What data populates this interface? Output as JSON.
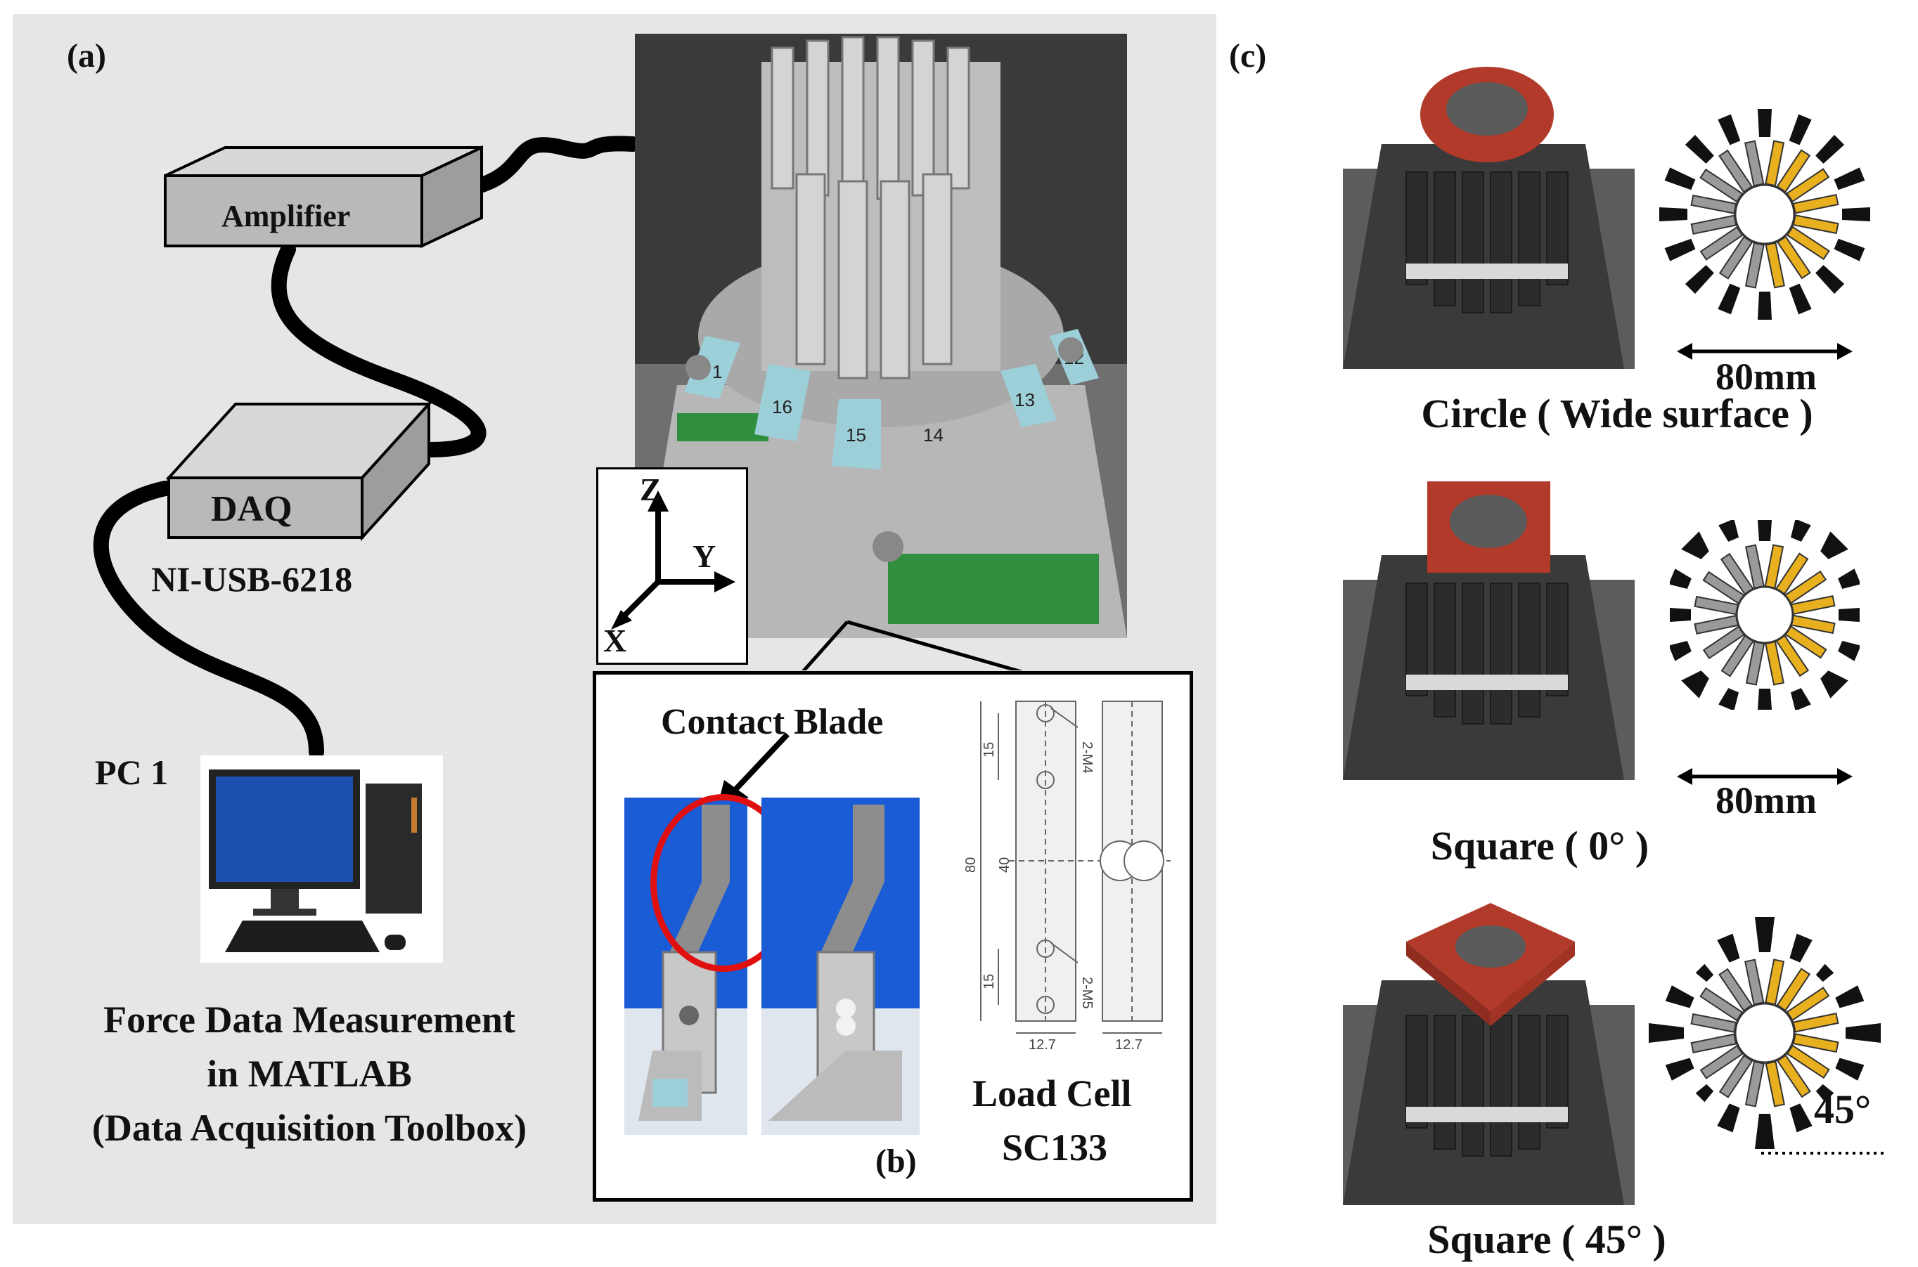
{
  "panel_a": {
    "label": "(a)",
    "amplifier": "Amplifier",
    "daq": "DAQ",
    "daq_model": "NI-USB-6218",
    "pc": "PC 1",
    "caption_line1": "Force Data Measurement",
    "caption_line2": "in MATLAB",
    "caption_line3": "(Data Acquisition Toolbox)",
    "axis_z": "Z",
    "axis_y": "Y",
    "axis_x": "X"
  },
  "panel_b": {
    "label": "(b)",
    "contact_blade": "Contact Blade",
    "load_cell_line1": "Load Cell",
    "load_cell_line2": "SC133",
    "dims": {
      "d15_top": "15",
      "d80": "80",
      "d40": "40",
      "d15_bottom": "15",
      "m4": "2-M4",
      "m5": "2-M5",
      "w_left": "12.7",
      "w_right": "12.7"
    },
    "blade_numbers": [
      "1",
      "16",
      "15",
      "14",
      "13",
      "12"
    ]
  },
  "panel_c": {
    "label": "(c)",
    "circle_caption": "Circle ( Wide surface )",
    "square0_caption": "Square ( 0°  )",
    "square45_caption": "Square ( 45°  )",
    "dim_80mm_1": "80mm",
    "dim_80mm_2": "80mm",
    "angle_45": "45°"
  },
  "colors": {
    "panel_bg": "#e6e6e6",
    "cube": "#c9c9c9",
    "red_top": "#b23a2a",
    "blade_gray": "#9a9a9a",
    "blade_yellow": "#e8b01e",
    "screen_blue": "#1c4fb0",
    "photo_blue": "#1a5bd6"
  }
}
